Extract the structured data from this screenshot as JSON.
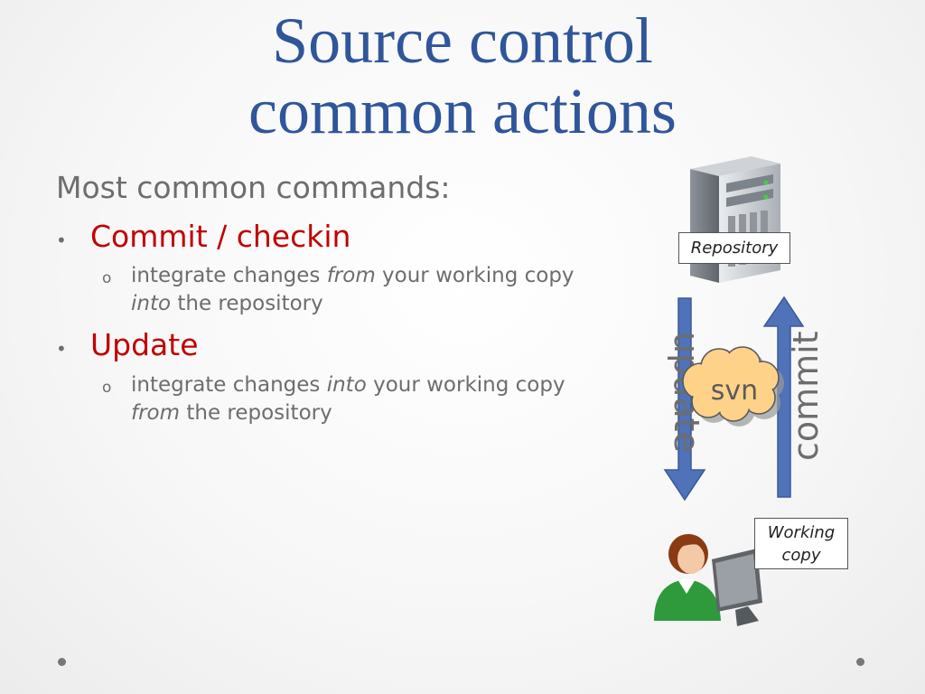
{
  "title": {
    "line1": "Source control",
    "line2": "common actions"
  },
  "intro": "Most common commands:",
  "bullets": [
    {
      "label": "Commit / checkin",
      "sub": {
        "before": "integrate changes ",
        "em1": "from",
        "mid": " your working copy ",
        "em2": "into",
        "after": " the repository"
      }
    },
    {
      "label": "Update",
      "sub": {
        "before": "integrate changes ",
        "em1": "into",
        "mid": " your working copy ",
        "em2": "from",
        "after": " the repository"
      }
    }
  ],
  "bullet_glyph": "•",
  "sub_glyph": "o",
  "diagram": {
    "repository_label": "Repository",
    "working_copy_label": "Working copy",
    "svn_label": "svn",
    "update_label": "update",
    "commit_label": "commit"
  },
  "colors": {
    "title": "#2f569b",
    "bullet_text": "#c00000",
    "body_text": "#6d6d6d",
    "arrow_fill": "#4f72b8",
    "cloud_fill": "#ffd28a"
  }
}
